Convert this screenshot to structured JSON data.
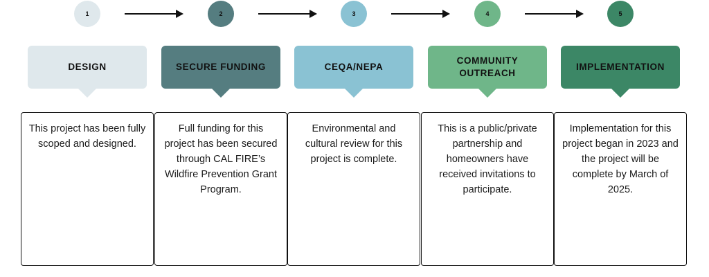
{
  "diagram": {
    "type": "process-timeline",
    "arrow_color": "#111111",
    "box_border_color": "#111111",
    "text_color": "#1a1a1a",
    "steps": [
      {
        "number": "1",
        "title": "DESIGN",
        "description": "This project has been fully scoped and designed.",
        "color": "#dfe8ec"
      },
      {
        "number": "2",
        "title": "SECURE FUNDING",
        "description": "Full funding for this project has been secured through CAL FIRE’s Wildfire Prevention Grant Program.",
        "color": "#557d80"
      },
      {
        "number": "3",
        "title": "CEQA/NEPA",
        "description": "Environmental and cultural review for this project is complete.",
        "color": "#8ac2d3"
      },
      {
        "number": "4",
        "title": "COMMUNITY OUTREACH",
        "description": "This is a public/private partnership and homeowners have received invitations to participate.",
        "color": "#6fb689"
      },
      {
        "number": "5",
        "title": "IMPLEMENTATION",
        "description": "Implementation for this project began in 2023 and the project will be complete by March of 2025.",
        "color": "#3c8766"
      }
    ]
  }
}
